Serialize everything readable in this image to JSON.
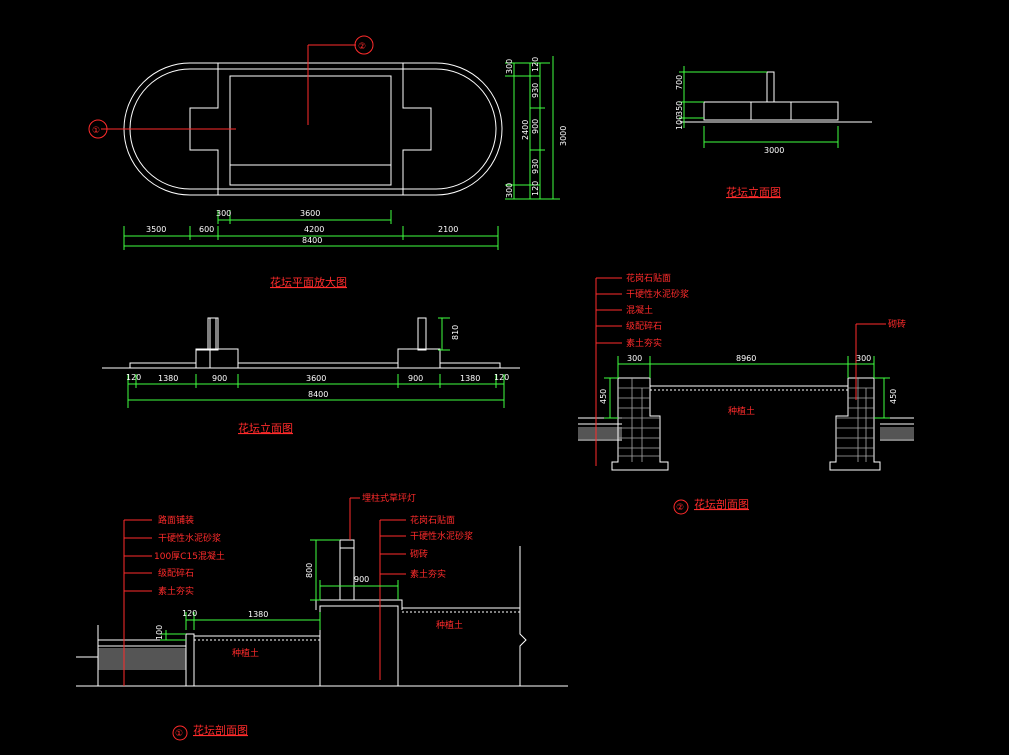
{
  "titles": {
    "plan": "花坛平面放大图",
    "elev_big": "花坛立面图",
    "elev_small": "花坛立面图",
    "section1": "花坛剖面图",
    "section2": "花坛剖面图"
  },
  "markers": {
    "one": "①",
    "two": "②"
  },
  "plan_dims": {
    "d300a": "300",
    "d3600": "3600",
    "d3500": "3500",
    "d600": "600",
    "d4200": "4200",
    "d2100": "2100",
    "d8400": "8400",
    "v300a": "300",
    "v120a": "120",
    "v930a": "930",
    "v900": "900",
    "v930b": "930",
    "v120b": "120",
    "v300b": "300",
    "v2400": "2400",
    "v3000": "3000"
  },
  "elev_small_dims": {
    "v700": "700",
    "v350": "350",
    "v100": "100",
    "h3000": "3000"
  },
  "elev_big_dims": {
    "v810": "810",
    "d120a": "120",
    "d1380a": "1380",
    "d900a": "900",
    "d3600": "3600",
    "d900b": "900",
    "d1380b": "1380",
    "d120b": "120",
    "d8400": "8400"
  },
  "section2": {
    "labels": [
      "花岗石贴面",
      "干硬性水泥砂浆",
      "混凝土",
      "级配碎石",
      "素土夯实"
    ],
    "right_label": "砌砖",
    "fill_label": "种植土",
    "d300a": "300",
    "d8960": "8960",
    "d300b": "300",
    "v450a": "450",
    "v450b": "450"
  },
  "section1": {
    "left_labels": [
      "路面铺装",
      "干硬性水泥砂浆",
      "100厚C15混凝土",
      "级配碎石",
      "素土夯实"
    ],
    "lamp_label": "埋柱式草坪灯",
    "right_labels": [
      "花岗石贴面",
      "干硬性水泥砂浆",
      "砌砖",
      "素土夯实"
    ],
    "soil_left": "种植土",
    "soil_right": "种植土",
    "v800": "800",
    "h900": "900",
    "h120": "120",
    "h1380": "1380",
    "v100": "100"
  }
}
